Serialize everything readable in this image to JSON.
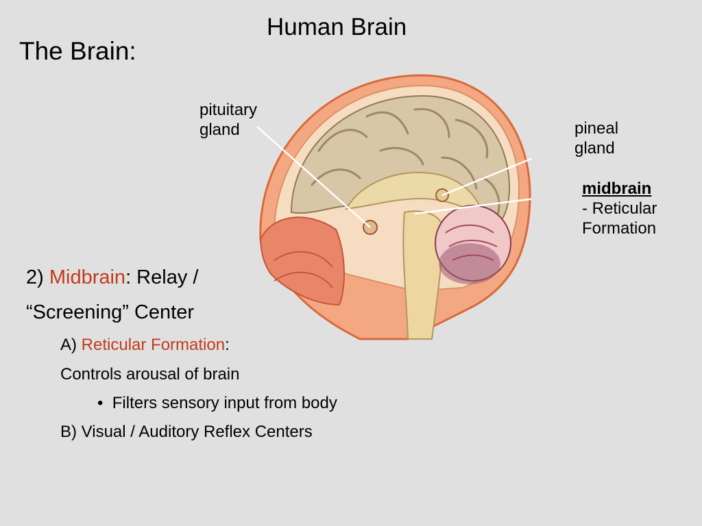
{
  "slide": {
    "title": "Human Brain",
    "heading": "The Brain:"
  },
  "labels": {
    "pituitary": [
      "pituitary",
      "gland"
    ],
    "pineal": [
      "pineal",
      "gland"
    ],
    "midbrain_title": "midbrain",
    "midbrain_lines": [
      "- Reticular",
      "Formation"
    ]
  },
  "content": {
    "line1": {
      "prefix": "2)  ",
      "highlight": "Midbrain",
      "suffix": ":  Relay /"
    },
    "line2": "“Screening” Center",
    "line3": {
      "prefix": "A)  ",
      "highlight": "Reticular Formation",
      "suffix": ":"
    },
    "line4": "Controls arousal of brain",
    "line5": {
      "bullet": "•",
      "text": "Filters sensory input from body"
    },
    "line6": "B)   Visual / Auditory Reflex Centers"
  },
  "colors": {
    "background": "#e0e0e0",
    "highlight": "#c23b1a"
  }
}
